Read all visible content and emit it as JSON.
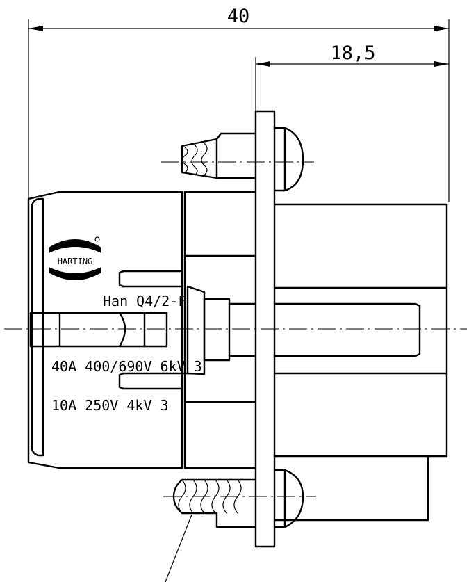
{
  "dimensions": {
    "overall_width": "40",
    "flange_width": "18,5"
  },
  "labels": {
    "brand": "HARTING",
    "model": "Han Q4/2-F",
    "rating_1": "40A 400/690V 6kV 3",
    "rating_2": "10A 250V 4kV 3"
  }
}
